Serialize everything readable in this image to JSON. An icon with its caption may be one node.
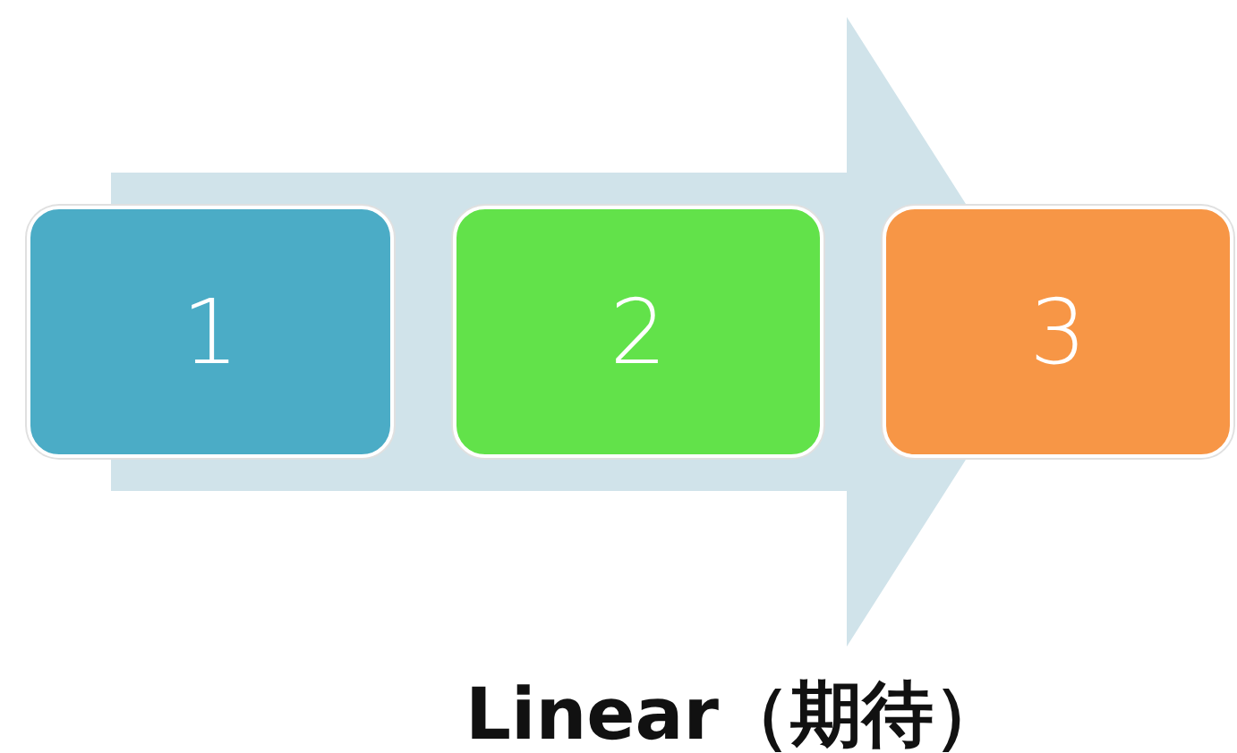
{
  "diagram": {
    "nodes": [
      {
        "text": [
          "1"
        ]
      },
      {
        "text": [
          "2"
        ]
      },
      {
        "text": [
          "3"
        ]
      }
    ],
    "edges": [
      {
        "from": 0,
        "to": 2,
        "arrow": "to",
        "style": "thick",
        "color": "#d0e3ea"
      }
    ],
    "labels": [
      "Linear（期待）"
    ]
  }
}
